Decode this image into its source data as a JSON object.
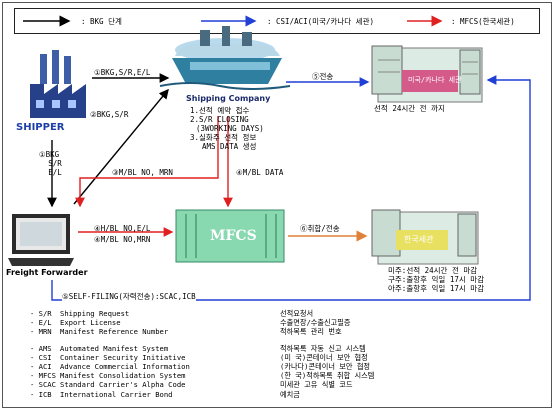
{
  "legend": {
    "bkg": ": BKG 단계",
    "csi": ": CSI/ACI(미국/카나다 세관)",
    "mfcs": ": MFCS(한국세관)"
  },
  "nodes": {
    "shipper": "SHIPPER",
    "shipping_company": "Shipping Company",
    "freight_forwarder": "Freight Forwarder",
    "mfcs": "MFCS",
    "us_canada_customs": "미국/카나다 세관",
    "korea_customs": "한국세관"
  },
  "shipping_company_steps": [
    "1.선적 예약 접수",
    "2.S/R CLOSING",
    "(3WORKING DAYS)",
    "3.실화주 선적 정보",
    "AMS DATA 생성"
  ],
  "flows": {
    "f1_top": "①BKG,S/R,E/L",
    "f2": "②BKG,S/R",
    "f1_left": [
      "①BKG",
      "S/R",
      "E/L"
    ],
    "f3": "③M/BL NO, MRN",
    "f4_right": "④M/BL DATA",
    "f4_left": [
      "④H/BL NO,E/L",
      "④M/BL NO,MRN"
    ],
    "f5_transmit": "⑤전송",
    "f6": "⑥취합/전송",
    "f5_self_filing": "⑤SELF-FILING(자력전송):SCAC,ICB"
  },
  "notes": {
    "us_canada_deadline": "선적 24시간 전 까지",
    "korea_deadlines": [
      "미주:선적 24시간 전 마감",
      "구주:출항후 익일 17시 마감",
      "아주:출항후 익일 17시 마감"
    ]
  },
  "glossary": [
    {
      "abbr": "- S/R",
      "en": "Shipping Request",
      "ko": "선적요청서"
    },
    {
      "abbr": "- E/L",
      "en": "Export License",
      "ko": "수출면장/수출신고필증"
    },
    {
      "abbr": "- MRN",
      "en": "Manifest Reference Number",
      "ko": "적하목록 관리 번호"
    },
    {
      "abbr": "- AMS",
      "en": "Automated Manifest System",
      "ko": "적하목록 자동 신고 시스템"
    },
    {
      "abbr": "- CSI",
      "en": "Container Security Initiative",
      "ko": "(미  국)콘테이너 보안 협정"
    },
    {
      "abbr": "- ACI",
      "en": "Advance Commercial Information",
      "ko": "(카나다)콘테이너 보안 협정"
    },
    {
      "abbr": "- MFCS",
      "en": "Manifest Consolidation System",
      "ko": "(한  국)적하목록 취합 시스템"
    },
    {
      "abbr": "- SCAC",
      "en": "Standard Carrier's Alpha Code",
      "ko": "미세관 고유 식별 코드"
    },
    {
      "abbr": "- ICB",
      "en": "International Carrier Bond",
      "ko": "예치금"
    }
  ],
  "colors": {
    "bkg": "#000000",
    "csi": "#1f3fd6",
    "mfcs": "#e02020",
    "mfcs_fill": "#88d8b0",
    "server_fill": "#dff0e8",
    "korea_customs_fill": "#e8e060",
    "us_customs_fill": "#d45a8a"
  }
}
